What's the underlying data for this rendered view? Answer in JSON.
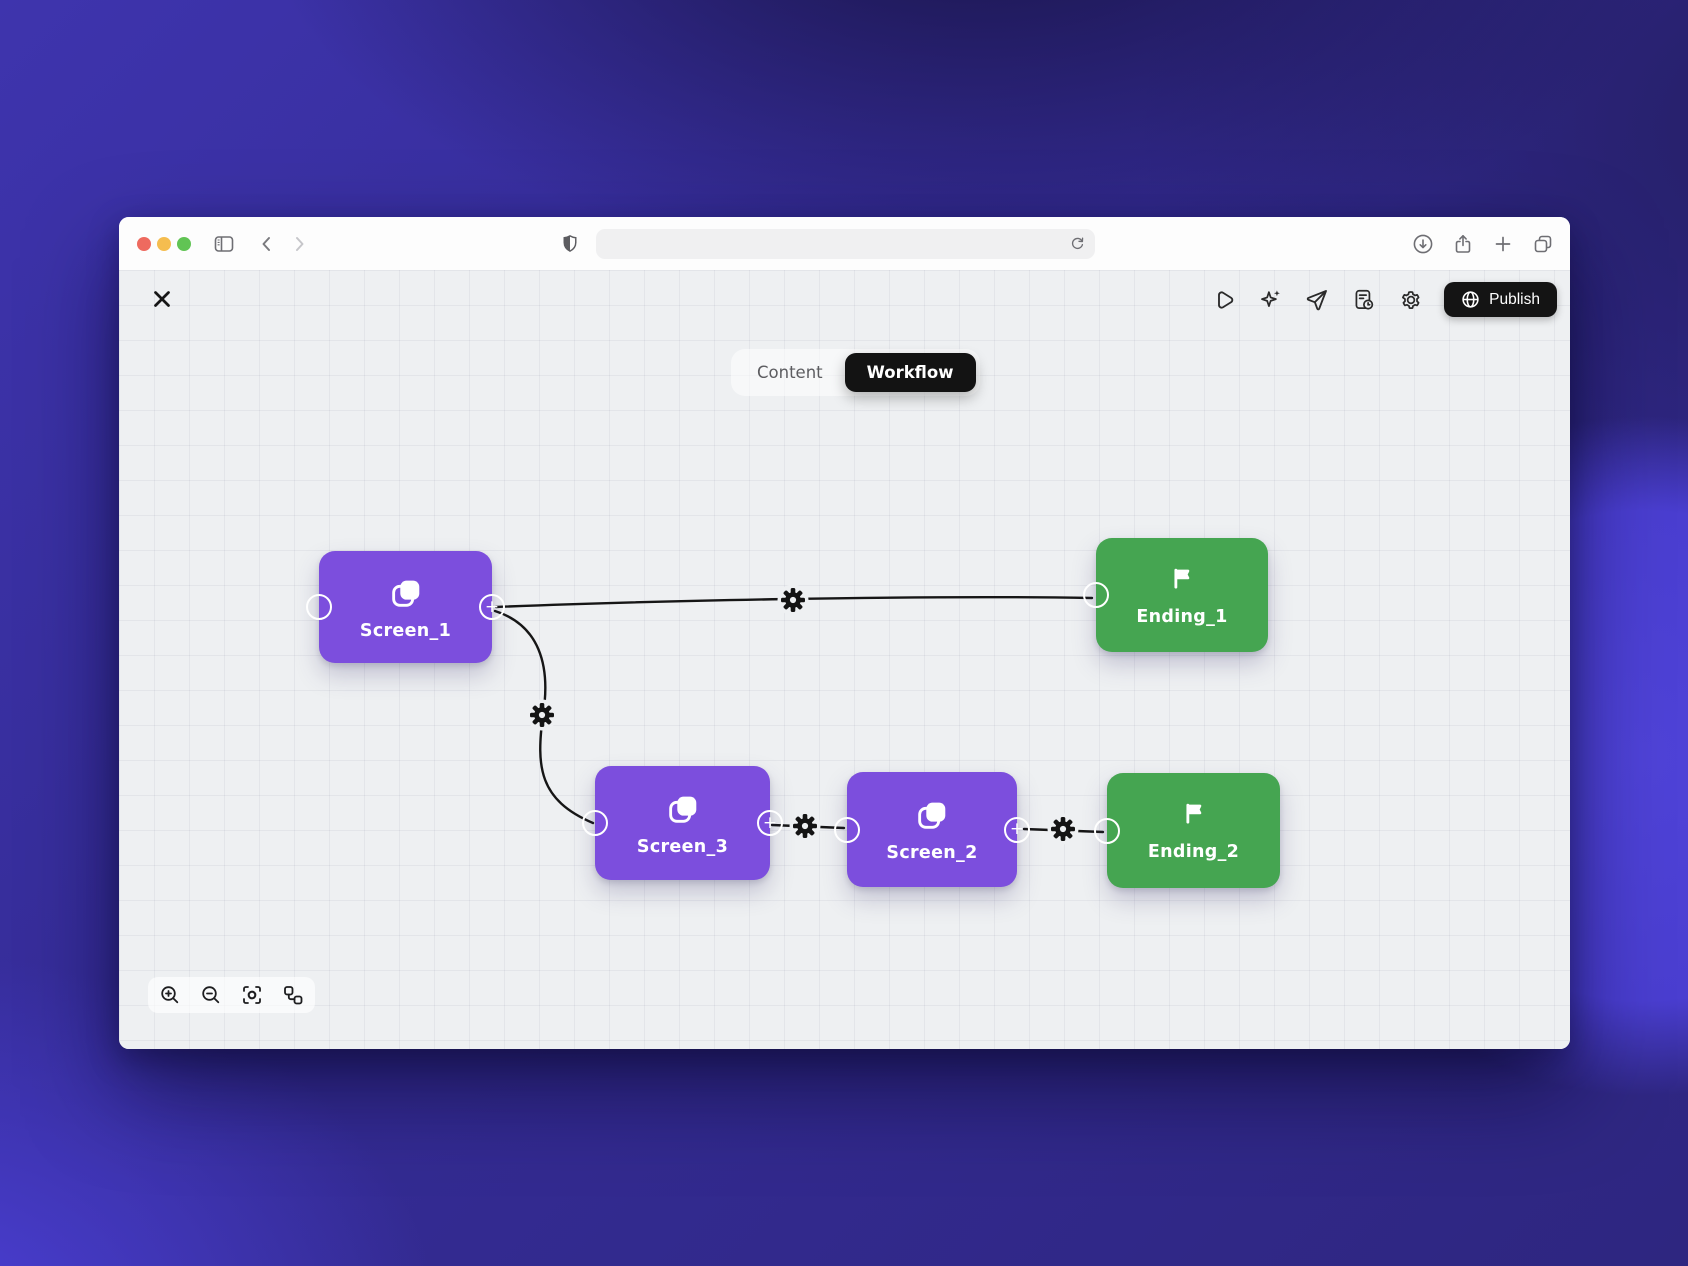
{
  "browser": {
    "window_controls": [
      "close",
      "minimize",
      "maximize"
    ],
    "nav_icons": [
      "sidebar-toggle",
      "back-chevron",
      "forward-chevron"
    ],
    "address_bar": {
      "value": "",
      "icons": [
        "privacy-shield",
        "refresh"
      ]
    },
    "right_icons": [
      "download",
      "share",
      "new-tab-plus",
      "tab-overview"
    ]
  },
  "editor": {
    "close_icon": "close-x",
    "toolbar": {
      "icons": [
        "preview-play",
        "ai-sparkles",
        "send-plane",
        "history-document-clock",
        "settings-gear"
      ],
      "publish_label": "Publish",
      "publish_icon": "globe"
    },
    "tabs": [
      {
        "label": "Content",
        "active": false
      },
      {
        "label": "Workflow",
        "active": true
      }
    ],
    "plus": "+",
    "nodes": [
      {
        "id": "screen_1",
        "label": "Screen_1",
        "type": "screen",
        "icon": "screens-stack"
      },
      {
        "id": "ending_1",
        "label": "Ending_1",
        "type": "ending",
        "icon": "flag"
      },
      {
        "id": "screen_3",
        "label": "Screen_3",
        "type": "screen",
        "icon": "screens-stack"
      },
      {
        "id": "screen_2",
        "label": "Screen_2",
        "type": "screen",
        "icon": "screens-stack"
      },
      {
        "id": "ending_2",
        "label": "Ending_2",
        "type": "ending",
        "icon": "flag"
      }
    ],
    "edges": [
      {
        "from": "Screen_1",
        "to": "Ending_1",
        "gear": "edge-settings"
      },
      {
        "from": "Screen_1",
        "to": "Screen_3",
        "gear": "edge-settings"
      },
      {
        "from": "Screen_3",
        "to": "Screen_2",
        "gear": "edge-settings"
      },
      {
        "from": "Screen_2",
        "to": "Ending_2",
        "gear": "edge-settings"
      }
    ],
    "zoom_controls": [
      "zoom-in",
      "zoom-out",
      "fit-view",
      "auto-layout"
    ],
    "colors": {
      "screen_node": "#7C4EDD",
      "ending_node": "#45A551",
      "active_pill": "#131313",
      "canvas_bg": "#EEF0F2",
      "edge_line": "#161616"
    }
  }
}
